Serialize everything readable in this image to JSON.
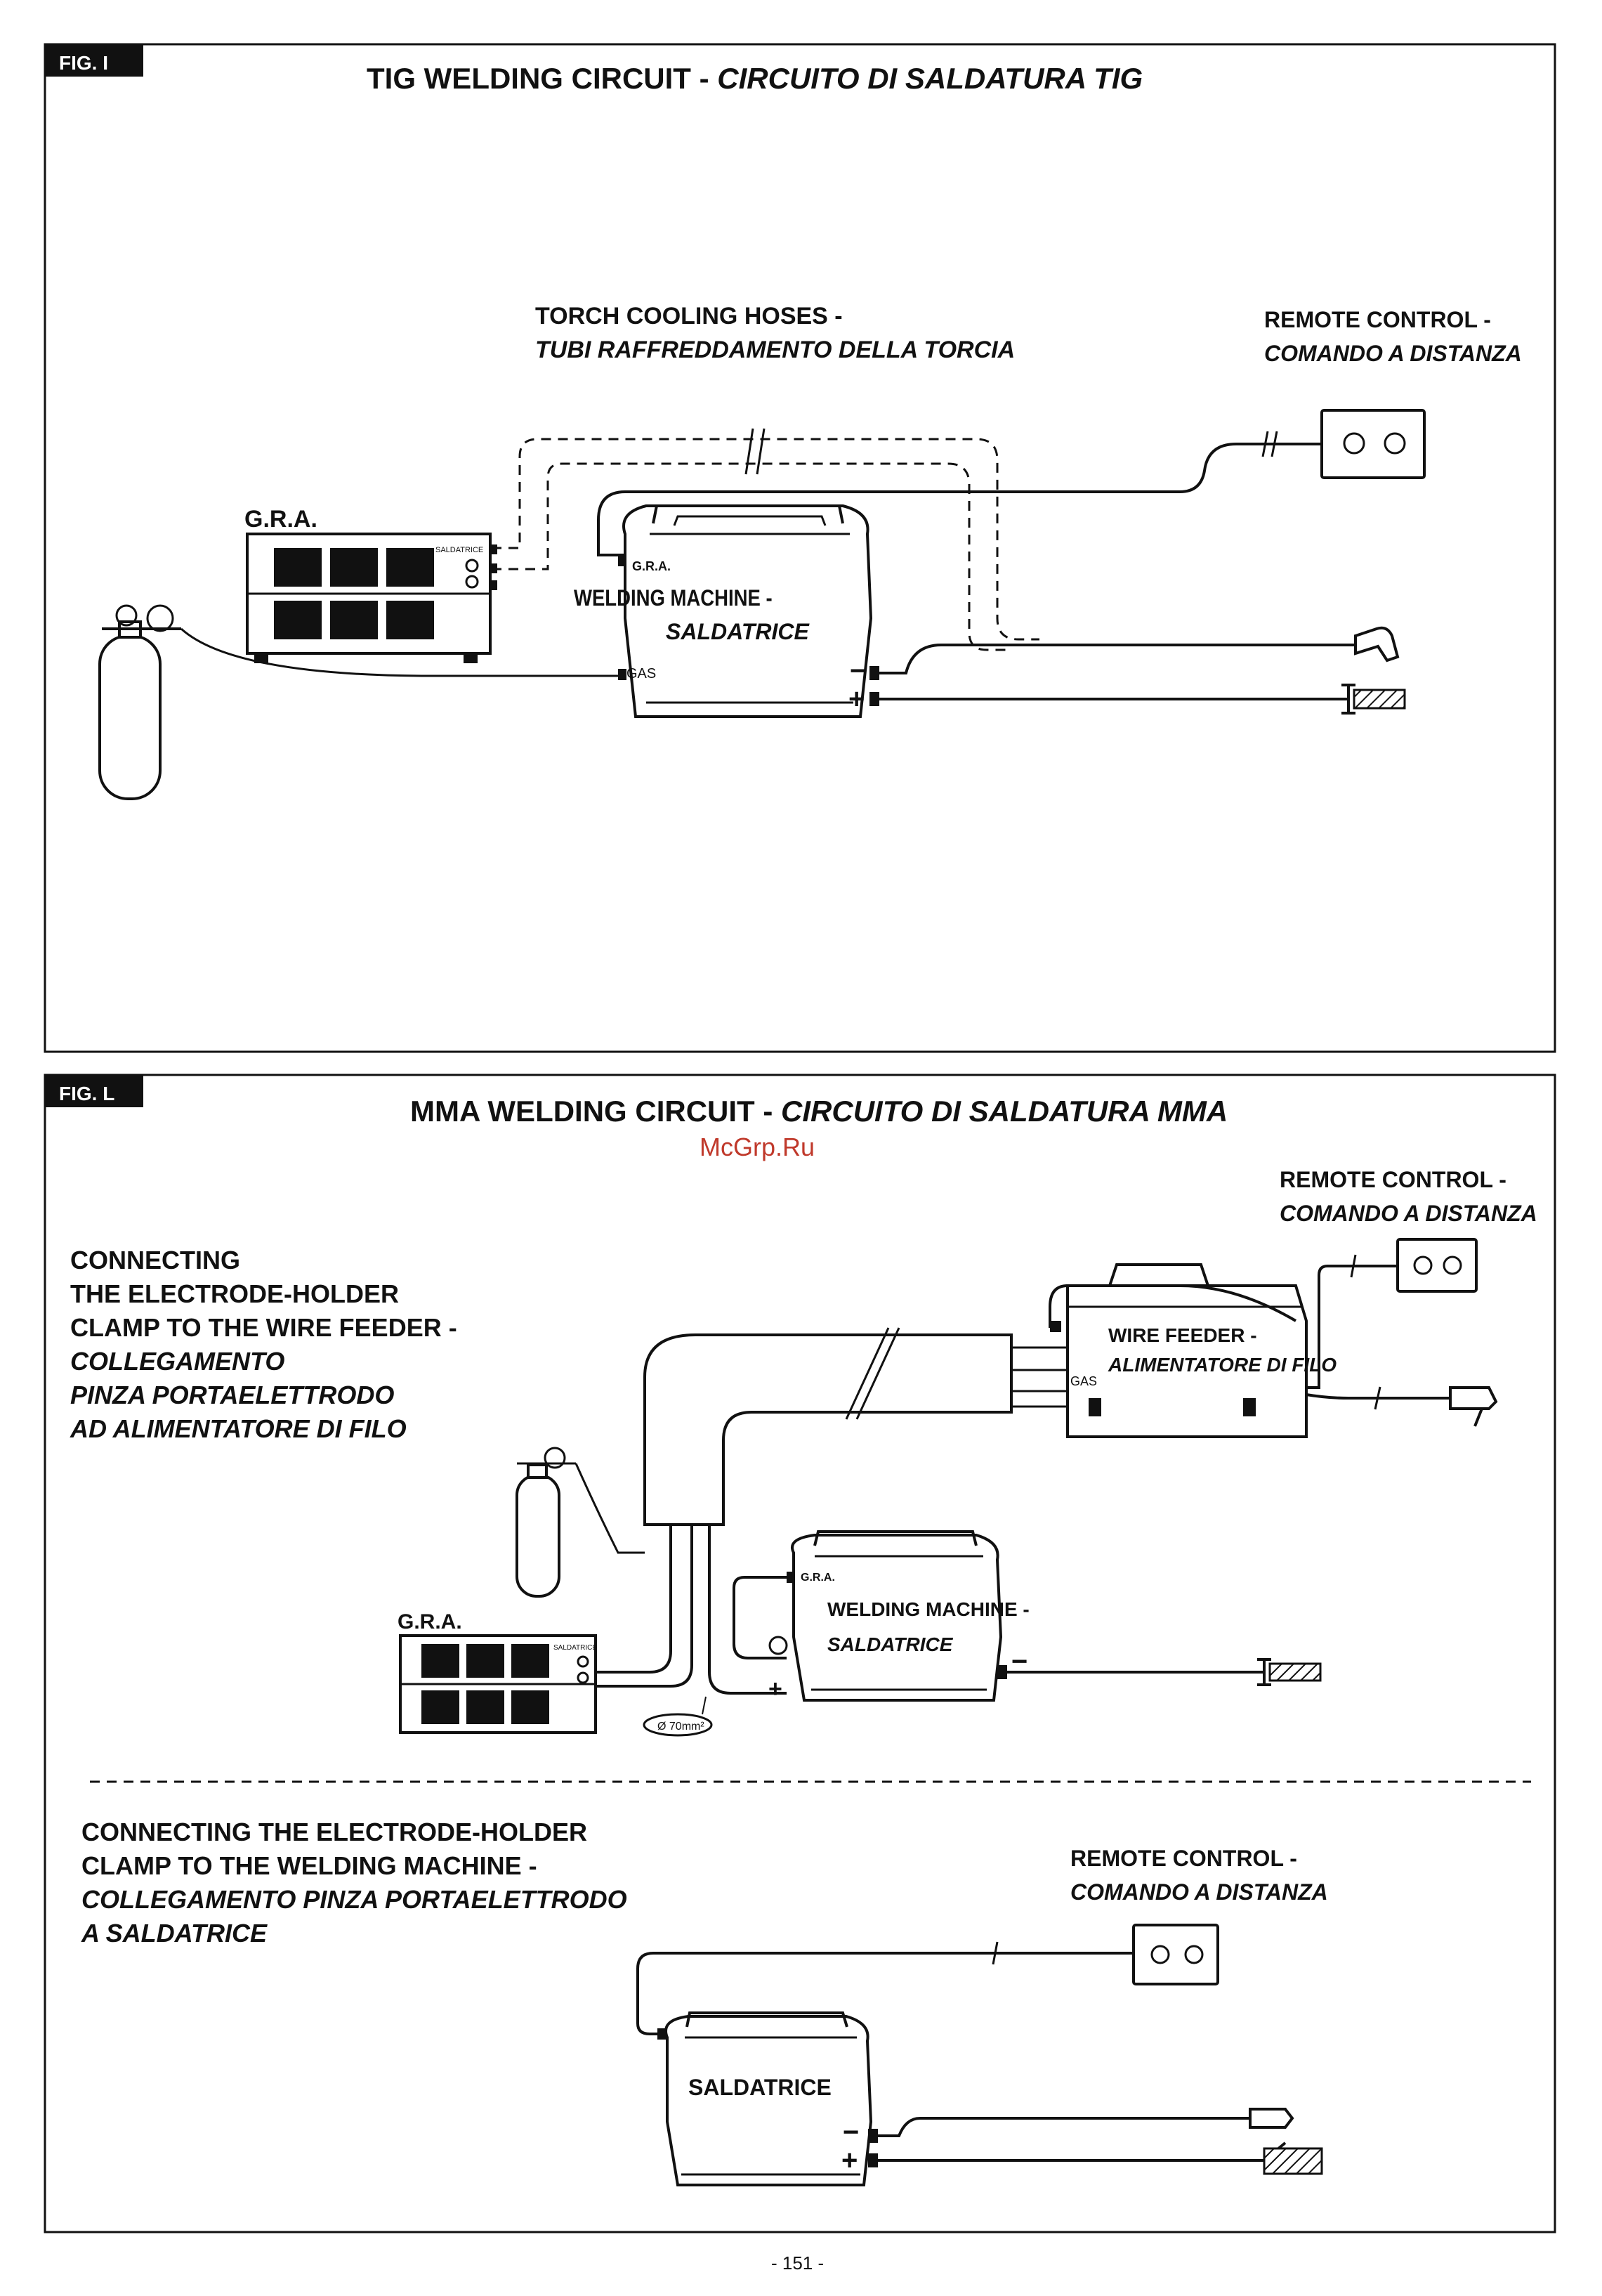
{
  "fig_i": {
    "tag": "FIG. I",
    "title_en": "TIG WELDING CIRCUIT - ",
    "title_it": "CIRCUITO DI  SALDATURA TIG",
    "torch_cooling_en": "TORCH COOLING HOSES -",
    "torch_cooling_it": "TUBI RAFFREDDAMENTO DELLA TORCIA",
    "remote_en": "REMOTE CONTROL -",
    "remote_it": "COMANDO A DISTANZA",
    "gra_label": "G.R.A.",
    "gra_unit_text": "SALDATRICE",
    "machine_port_gra": "G.R.A.",
    "machine_en": "WELDING MACHINE -",
    "machine_it": "SALDATRICE",
    "machine_gas": "GAS",
    "minus": "−",
    "plus": "+"
  },
  "fig_l": {
    "tag": "FIG. L",
    "title_en": "MMA WELDING CIRCUIT - ",
    "title_it": "CIRCUITO DI  SALDATURA MMA",
    "watermark": "McGrp.Ru",
    "remote_en": "REMOTE CONTROL -",
    "remote_it": "COMANDO A DISTANZA",
    "wire_feeder_heading": {
      "line1": "CONNECTING",
      "line2": "THE ELECTRODE-HOLDER",
      "line3": "CLAMP TO THE WIRE FEEDER -",
      "line4": "COLLEGAMENTO",
      "line5": "PINZA PORTAELETTRODO",
      "line6": "AD ALIMENTATORE DI FILO"
    },
    "feeder_en": "WIRE FEEDER -",
    "feeder_it": "ALIMENTATORE DI FILO",
    "feeder_gas": "GAS",
    "gra_label": "G.R.A.",
    "gra_unit_text": "SALDATRICE",
    "machine_port_gra": "G.R.A.",
    "machine_en": "WELDING MACHINE -",
    "machine_it": "SALDATRICE",
    "cable_diameter": "Ø 70mm²",
    "minus": "−",
    "plus": "+",
    "machine_heading": {
      "line1": "CONNECTING THE ELECTRODE-HOLDER",
      "line2": "CLAMP TO THE WELDING MACHINE -",
      "line3": "COLLEGAMENTO PINZA PORTAELETTRODO",
      "line4": "A SALDATRICE"
    },
    "remote2_en": "REMOTE CONTROL -",
    "remote2_it": "COMANDO A DISTANZA",
    "machine2_label": "SALDATRICE"
  },
  "page_number": "- 151 -"
}
